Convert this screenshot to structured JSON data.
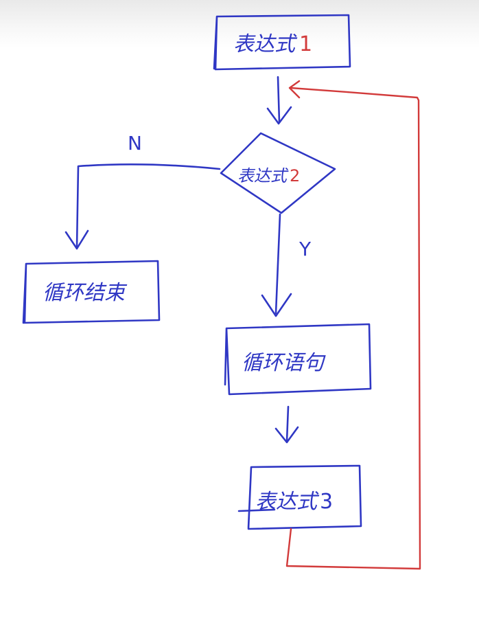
{
  "diagram": {
    "nodes": {
      "expr1": {
        "text": "表达式",
        "num": "1"
      },
      "expr2": {
        "text": "表达式",
        "num": "2"
      },
      "loop_end": {
        "text": "循环结束"
      },
      "loop_body": {
        "text": "循环语句"
      },
      "expr3": {
        "text": "表达式",
        "num": "3"
      }
    },
    "branches": {
      "no": "N",
      "yes": "Y"
    },
    "colors": {
      "ink_blue": "#2f37c4",
      "ink_red": "#d23a3a"
    }
  }
}
